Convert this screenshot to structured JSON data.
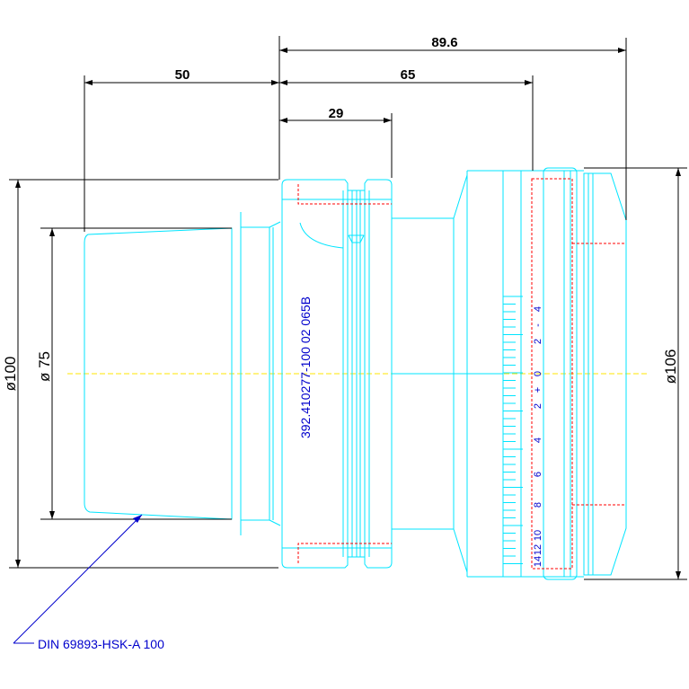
{
  "dimensions": {
    "d_89_6": "89.6",
    "d_50": "50",
    "d_65": "65",
    "d_29": "29",
    "dia_100": "ø100",
    "dia_75": "ø 75",
    "dia_106": "ø106"
  },
  "part_number": "392.410277-100 02 065B",
  "callout_label": "DIN 69893-HSK-A 100",
  "scale_labels": [
    "4",
    "2",
    "0",
    "2",
    "4",
    "6",
    "8",
    "10",
    "12",
    "14"
  ],
  "scale_signs": [
    "-",
    "+"
  ],
  "colors": {
    "outline": "#00e5ff",
    "dimension": "#000000",
    "text_blue": "#0000cc",
    "centerline": "#ffe600",
    "hidden": "#ff0000"
  }
}
